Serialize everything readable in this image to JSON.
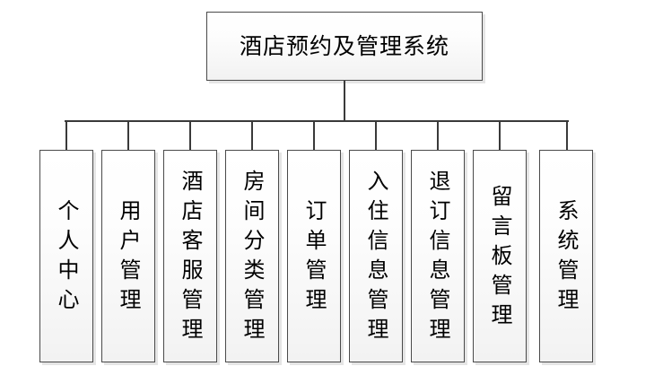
{
  "diagram": {
    "type": "organization-chart",
    "title": "酒店预约及管理系统",
    "root": {
      "label": "酒店预约及管理系统"
    },
    "nodes": [
      {
        "label": "个人中心"
      },
      {
        "label": "用户管理"
      },
      {
        "label": "酒店客服管理"
      },
      {
        "label": "房间分类管理"
      },
      {
        "label": "订单管理"
      },
      {
        "label": "入住信息管理"
      },
      {
        "label": "退订信息管理"
      },
      {
        "label": "留言板管理"
      },
      {
        "label": "系统管理"
      }
    ],
    "colors": {
      "box_border": "#4a4a4a",
      "box_fill_top": "#ffffff",
      "box_fill_bottom": "#f2f2f2",
      "connector": "#3a3a3a",
      "text": "#000000",
      "background": "#ffffff"
    }
  }
}
